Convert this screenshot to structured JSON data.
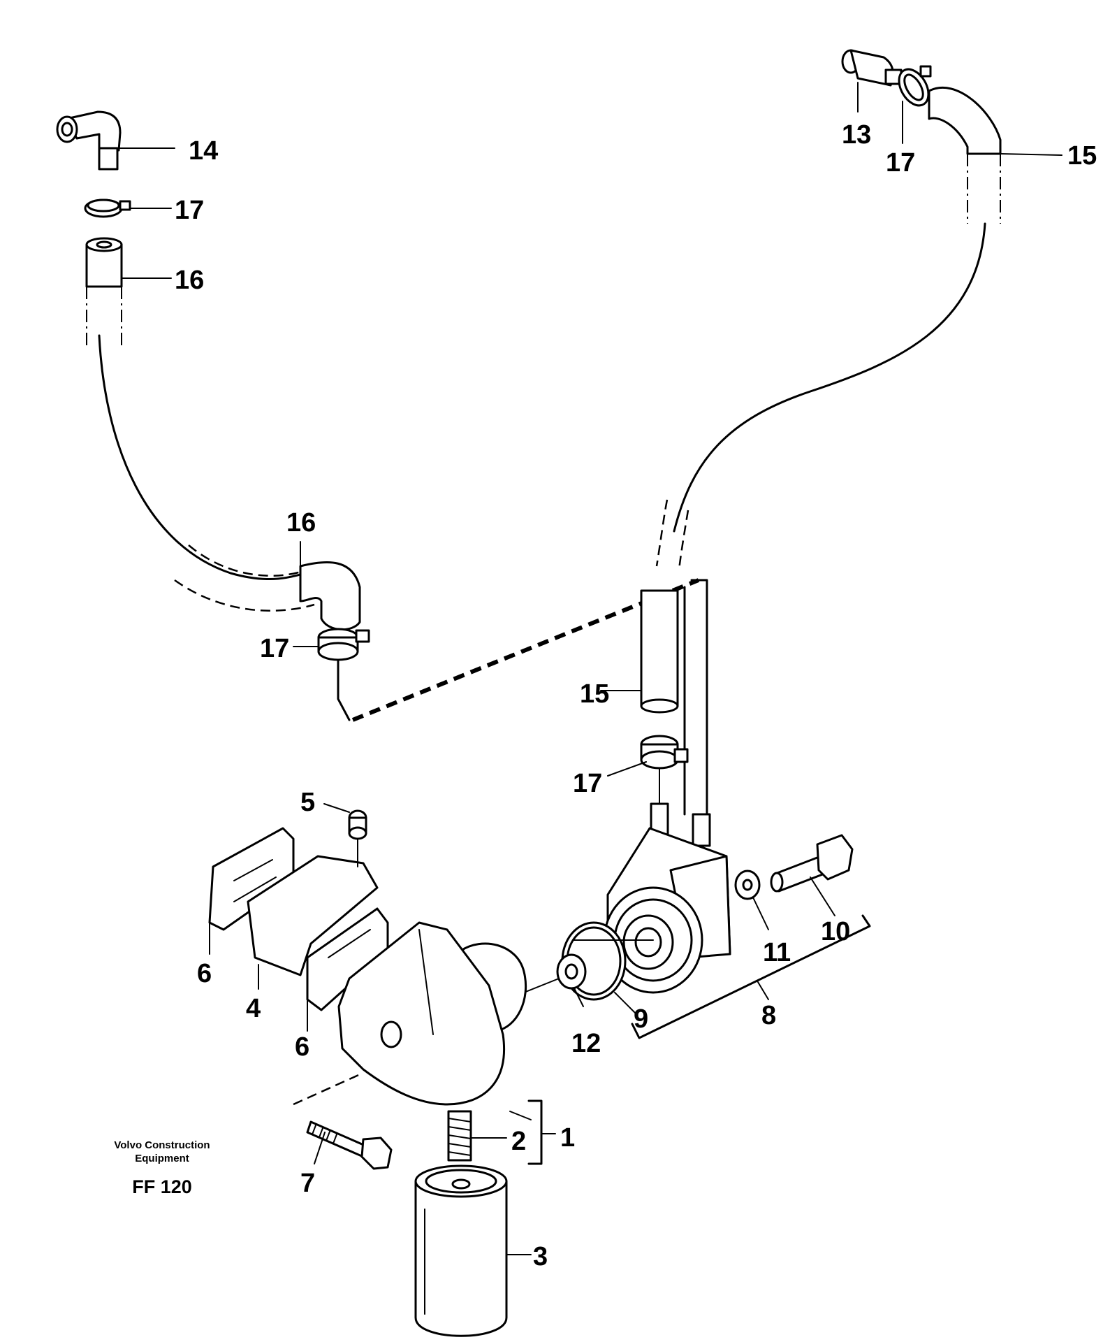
{
  "callouts": {
    "c1": "1",
    "c2": "2",
    "c3": "3",
    "c4": "4",
    "c5": "5",
    "c6a": "6",
    "c6b": "6",
    "c7": "7",
    "c8": "8",
    "c9": "9",
    "c10": "10",
    "c11": "11",
    "c12": "12",
    "c13": "13",
    "c14": "14",
    "c15a": "15",
    "c15b": "15",
    "c16a": "16",
    "c16b": "16",
    "c17a": "17",
    "c17b": "17",
    "c17c": "17",
    "c17d": "17"
  },
  "footer": {
    "company_line1": "Volvo Construction",
    "company_line2": "Equipment",
    "drawing_code": "FF 120"
  }
}
